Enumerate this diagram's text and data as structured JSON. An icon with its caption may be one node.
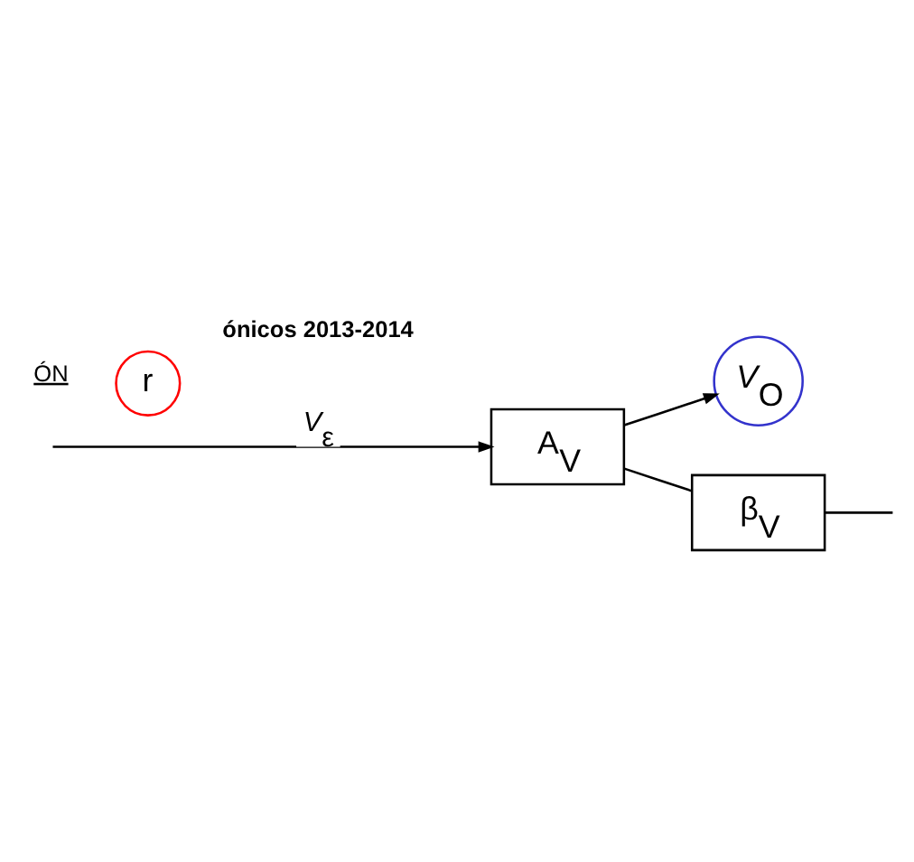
{
  "diagram": {
    "nodes": [
      {
        "text": [
          "A$_{V}$"
        ]
      },
      {
        "text": [
          "*V*$_{O}$"
        ]
      },
      {
        "text": [
          "β$_{V}$"
        ]
      },
      {
        "text": [
          "r"
        ]
      }
    ],
    "edges": [
      {
        "from": null,
        "to": 0,
        "arrow": "to",
        "label": "*V*$_{ε}$"
      },
      {
        "from": 0,
        "to": 1,
        "arrow": "to"
      },
      {
        "from": 0,
        "to": 2,
        "arrow": "none"
      },
      {
        "from": 2,
        "to": null,
        "arrow": "none"
      }
    ],
    "labels": [
      "ÓN",
      "ónicos 2013-2014"
    ]
  }
}
